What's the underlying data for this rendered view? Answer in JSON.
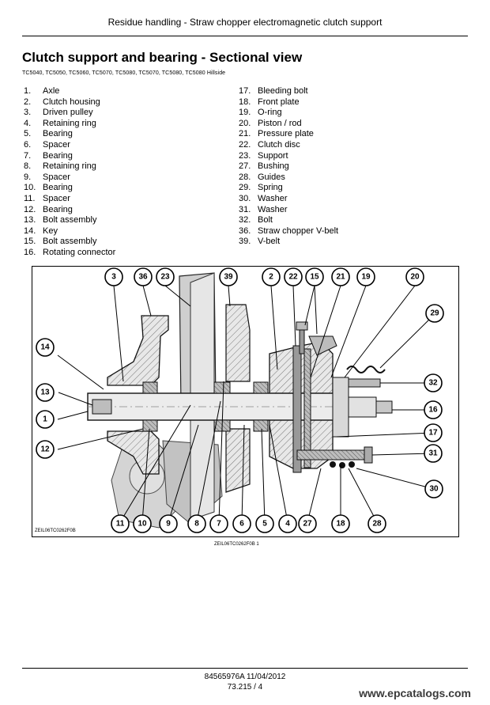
{
  "header": {
    "title": "Residue handling - Straw chopper electromagnetic clutch support"
  },
  "section": {
    "title": "Clutch support and bearing - Sectional view",
    "models": "TC5040, TC5050, TC5060, TC5070, TC5080, TC5070, TC5080, TC5080 Hillside"
  },
  "parts_left": [
    {
      "num": "1.",
      "name": "Axle"
    },
    {
      "num": "2.",
      "name": "Clutch housing"
    },
    {
      "num": "3.",
      "name": "Driven pulley"
    },
    {
      "num": "4.",
      "name": "Retaining ring"
    },
    {
      "num": "5.",
      "name": "Bearing"
    },
    {
      "num": "6.",
      "name": "Spacer"
    },
    {
      "num": "7.",
      "name": "Bearing"
    },
    {
      "num": "8.",
      "name": "Retaining ring"
    },
    {
      "num": "9.",
      "name": "Spacer"
    },
    {
      "num": "10.",
      "name": "Bearing"
    },
    {
      "num": "11.",
      "name": "Spacer"
    },
    {
      "num": "12.",
      "name": "Bearing"
    },
    {
      "num": "13.",
      "name": "Bolt assembly"
    },
    {
      "num": "14.",
      "name": "Key"
    },
    {
      "num": "15.",
      "name": "Bolt assembly"
    },
    {
      "num": "16.",
      "name": "Rotating connector"
    }
  ],
  "parts_right": [
    {
      "num": "17.",
      "name": "Bleeding bolt"
    },
    {
      "num": "18.",
      "name": "Front plate"
    },
    {
      "num": "19.",
      "name": "O-ring"
    },
    {
      "num": "20.",
      "name": "Piston / rod"
    },
    {
      "num": "21.",
      "name": "Pressure plate"
    },
    {
      "num": "22.",
      "name": "Clutch disc"
    },
    {
      "num": "23.",
      "name": "Support"
    },
    {
      "num": "27.",
      "name": "Bushing"
    },
    {
      "num": "28.",
      "name": "Guides"
    },
    {
      "num": "29.",
      "name": "Spring"
    },
    {
      "num": "30.",
      "name": "Washer"
    },
    {
      "num": "31.",
      "name": "Washer"
    },
    {
      "num": "32.",
      "name": "Bolt"
    },
    {
      "num": "36.",
      "name": "Straw chopper V-belt"
    },
    {
      "num": "39.",
      "name": "V-belt"
    }
  ],
  "figure": {
    "code": "ZEIL06TC0262F0B",
    "caption": "ZEIL06TC0262F0B     1",
    "callouts": [
      "3",
      "36",
      "23",
      "39",
      "2",
      "22",
      "15",
      "21",
      "19",
      "20",
      "14",
      "29",
      "13",
      "32",
      "1",
      "16",
      "17",
      "12",
      "31",
      "30",
      "11",
      "10",
      "9",
      "8",
      "7",
      "6",
      "5",
      "4",
      "27",
      "18",
      "28"
    ]
  },
  "footer": {
    "docref": "84565976A 11/04/2012",
    "page": "73.215 / 4",
    "watermark": "www.epcatalogs.com"
  }
}
